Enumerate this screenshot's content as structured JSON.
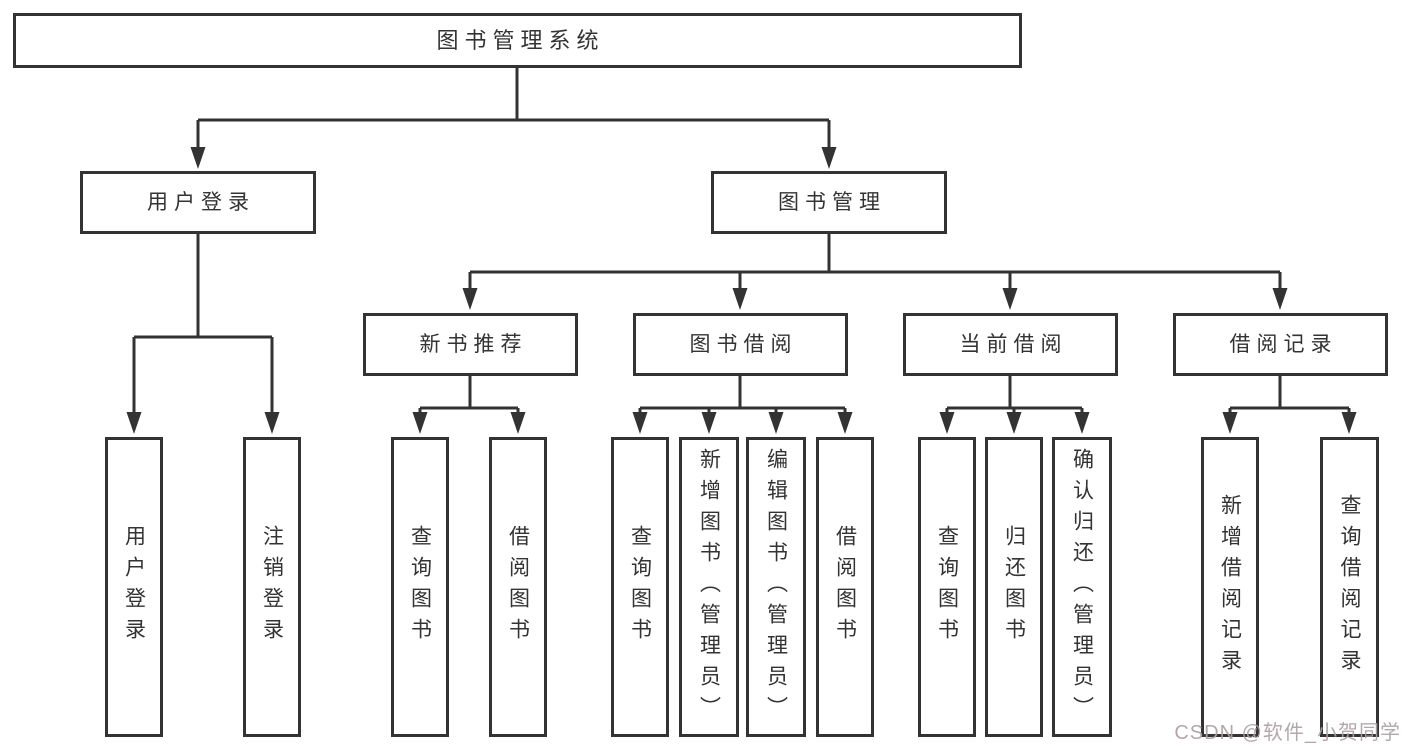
{
  "colors": {
    "line": "#333333",
    "box_border": "#333333",
    "text": "#333333",
    "background": "#ffffff",
    "watermark": "#aca0a3"
  },
  "diagram": {
    "root": {
      "label": "图书管理系统"
    },
    "branches": {
      "user_login": {
        "label": "用户登录",
        "children": [
          {
            "label": "用户登录"
          },
          {
            "label": "注销登录"
          }
        ]
      },
      "book_mgmt": {
        "label": "图书管理",
        "sections": [
          {
            "label": "新书推荐",
            "children": [
              {
                "label": "查询图书"
              },
              {
                "label": "借阅图书"
              }
            ]
          },
          {
            "label": "图书借阅",
            "children": [
              {
                "label": "查询图书"
              },
              {
                "label": "新增图书（管理员）"
              },
              {
                "label": "编辑图书（管理员）"
              },
              {
                "label": "借阅图书"
              }
            ]
          },
          {
            "label": "当前借阅",
            "children": [
              {
                "label": "查询图书"
              },
              {
                "label": "归还图书"
              },
              {
                "label": "确认归还（管理员）"
              }
            ]
          },
          {
            "label": "借阅记录",
            "children": [
              {
                "label": "新增借阅记录"
              },
              {
                "label": "查询借阅记录"
              }
            ]
          }
        ]
      }
    }
  },
  "watermark": {
    "text": "CSDN @软件_小贺同学"
  }
}
